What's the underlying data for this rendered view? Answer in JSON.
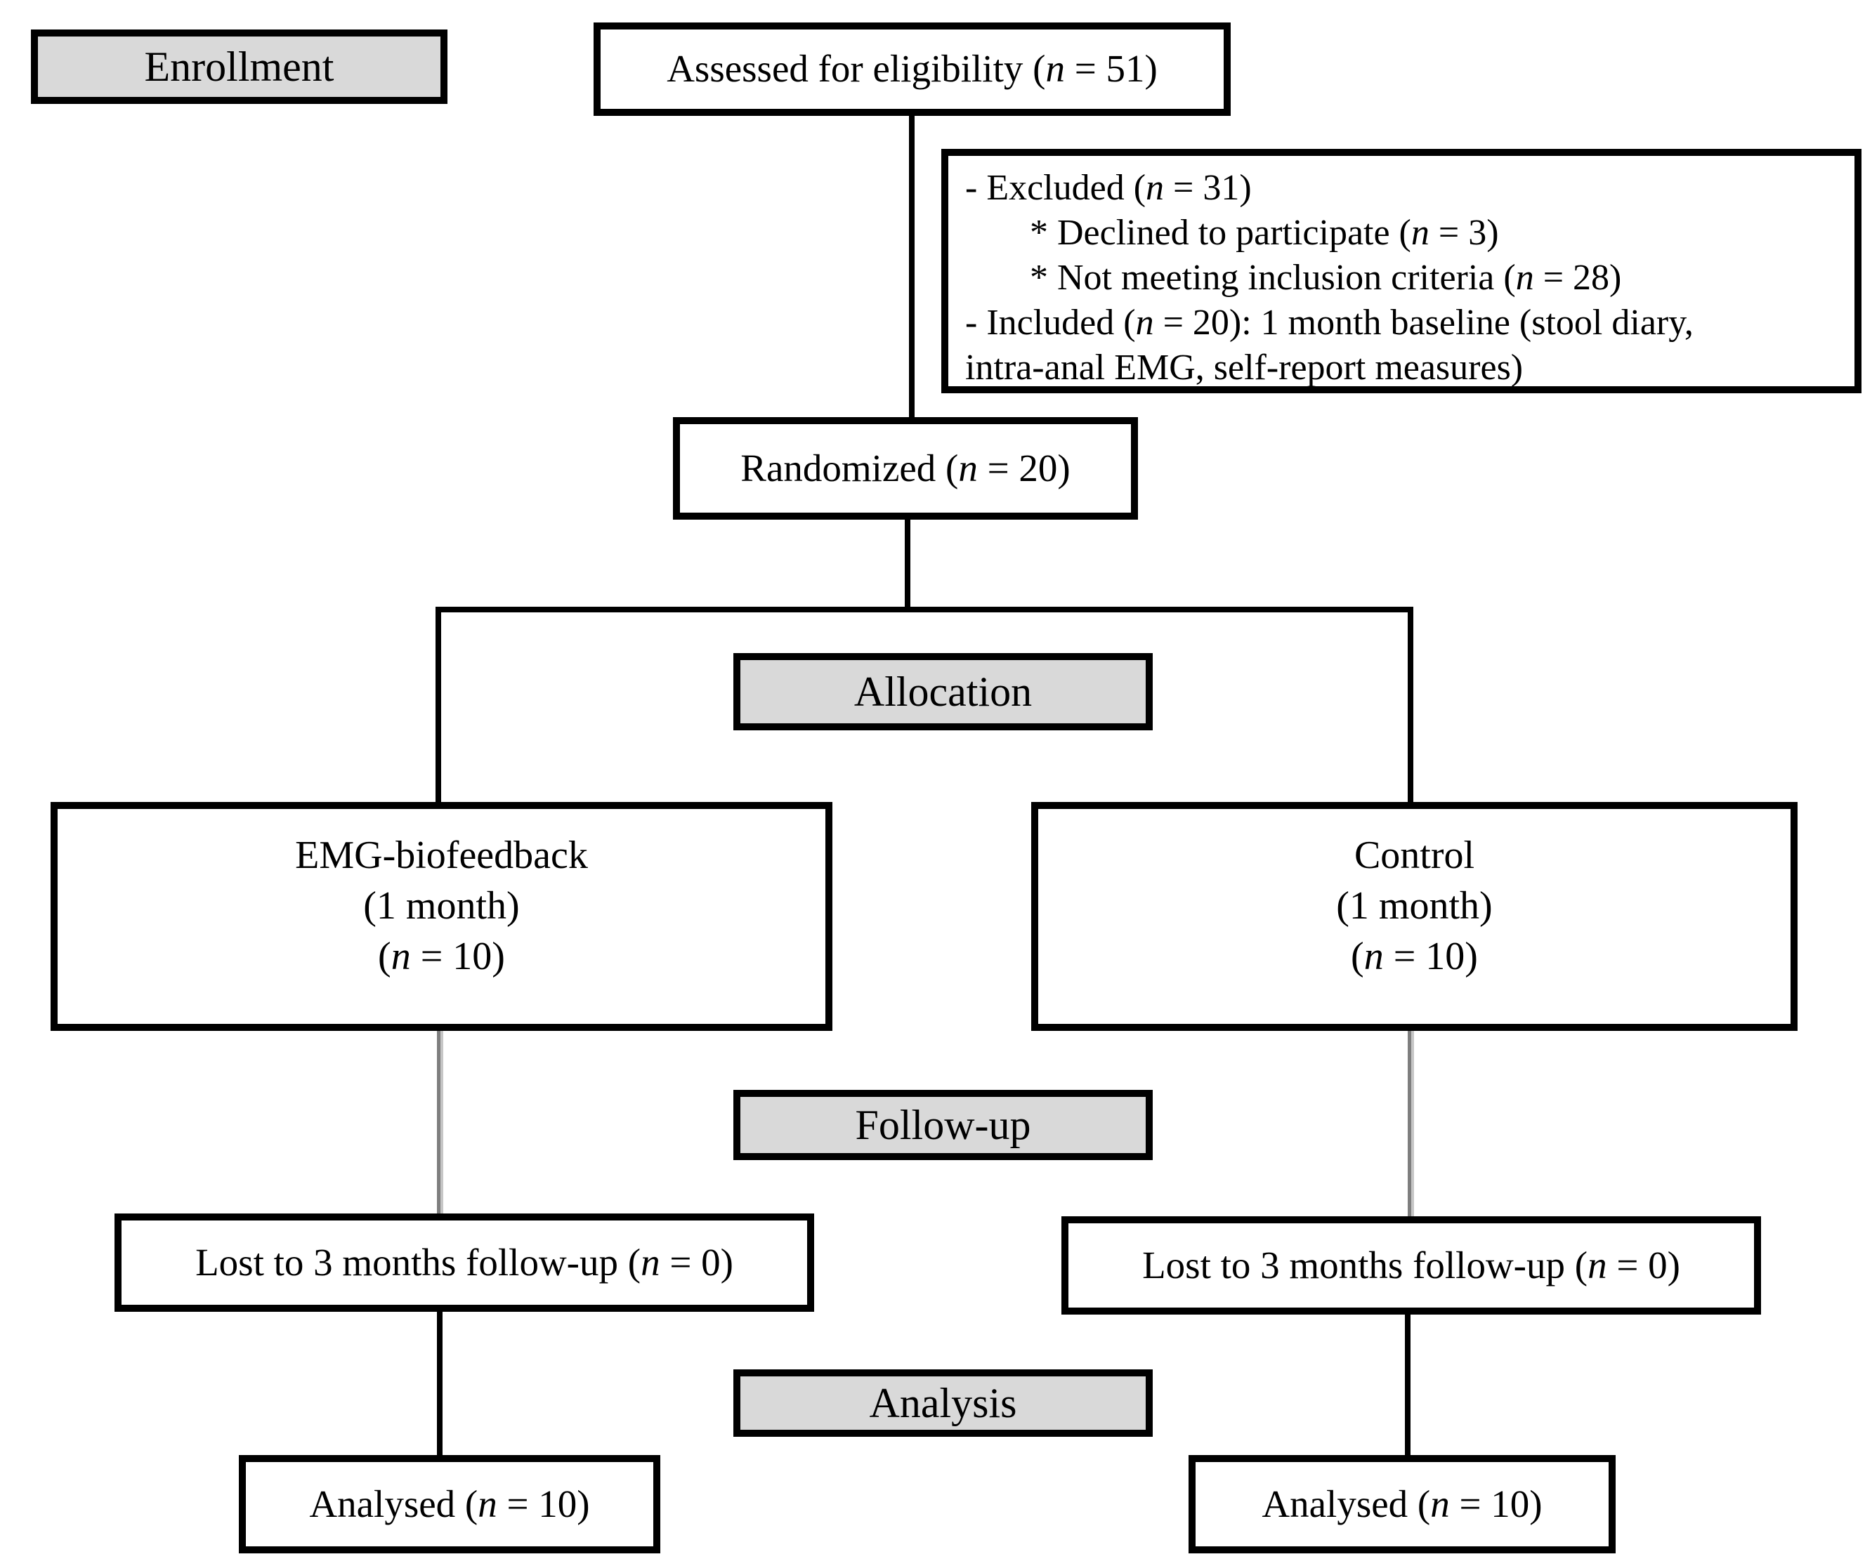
{
  "diagram": {
    "title_implicit": "CONSORT participant flow diagram",
    "colors": {
      "background": "#ffffff",
      "box_border": "#000000",
      "stage_label_fill": "#d9d9d9",
      "text": "#000000",
      "gray_connector": "#7e7e7e"
    },
    "stages": {
      "enrollment": "Enrollment",
      "allocation": "Allocation",
      "followup": "Follow-up",
      "analysis": "Analysis"
    },
    "nodes": {
      "assessed": "Assessed for eligibility (n = 51)",
      "excluded_lines": [
        "- Excluded (n = 31)",
        "* Declined to participate (n = 3)",
        "* Not meeting inclusion criteria (n = 28)",
        "- Included (n = 20): 1 month baseline (stool diary,",
        "intra-anal EMG, self-report measures)"
      ],
      "randomized": "Randomized (n = 20)",
      "arm_left": [
        "EMG-biofeedback",
        "(1 month)",
        "(n = 10)"
      ],
      "arm_right": [
        "Control",
        "(1 month)",
        "(n = 10)"
      ],
      "lost_left": "Lost to 3 months follow-up (n = 0)",
      "lost_right": "Lost to 3 months follow-up (n = 0)",
      "analysed_left": "Analysed (n = 10)",
      "analysed_right": "Analysed (n = 10)"
    }
  }
}
